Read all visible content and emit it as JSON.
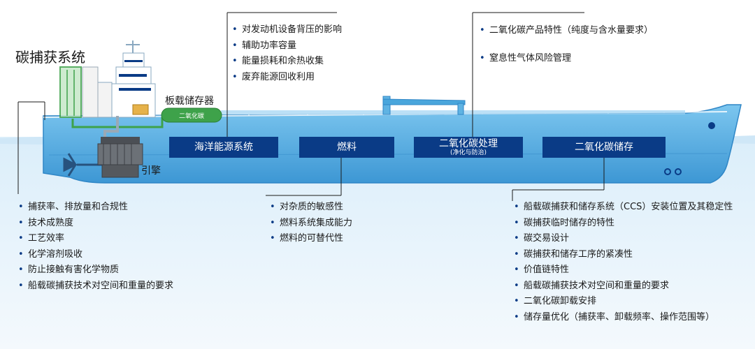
{
  "title": "碳捕获系统",
  "labels": {
    "storage_tank": "板载储存器",
    "tank_content": "二氧化碳",
    "engine": "引擎"
  },
  "boxes": [
    {
      "label": "海洋能源系统"
    },
    {
      "label": "燃料"
    },
    {
      "label": "二氧化碳处理",
      "sub": "(净化与防治)"
    },
    {
      "label": "二氧化碳储存"
    }
  ],
  "top_lists": {
    "energy": [
      "对发动机设备背压的影响",
      "辅助功率容量",
      "能量损耗和余热收集",
      "废弃能源回收利用"
    ],
    "co2_processing": [
      "二氧化碳产品特性（纯度与含水量要求）",
      "窒息性气体风险管理"
    ]
  },
  "bottom_lists": {
    "capture": [
      "捕获率、排放量和合规性",
      "技术成熟度",
      "工艺效率",
      "化学溶剂吸收",
      "防止接触有害化学物质",
      "船载碳捕获技术对空间和重量的要求"
    ],
    "fuel": [
      "对杂质的敏感性",
      "燃料系统集成能力",
      "燃料的可替代性"
    ],
    "storage": [
      "船载碳捕获和储存系统（CCS）安装位置及其稳定性",
      "碳捕获临时储存的特性",
      "碳交易设计",
      "碳捕获和储存工序的紧凑性",
      "价值链特性",
      "船载碳捕获技术对空间和重量的要求",
      "二氧化碳卸载安排",
      "储存量优化（捕获率、卸载频率、操作范围等）"
    ]
  },
  "colors": {
    "hull": "#5fb3e3",
    "hull_dark": "#2f86c6",
    "box": "#0a3b86",
    "capture_green": "#3ea24a",
    "sea": "#e3f1fb"
  }
}
